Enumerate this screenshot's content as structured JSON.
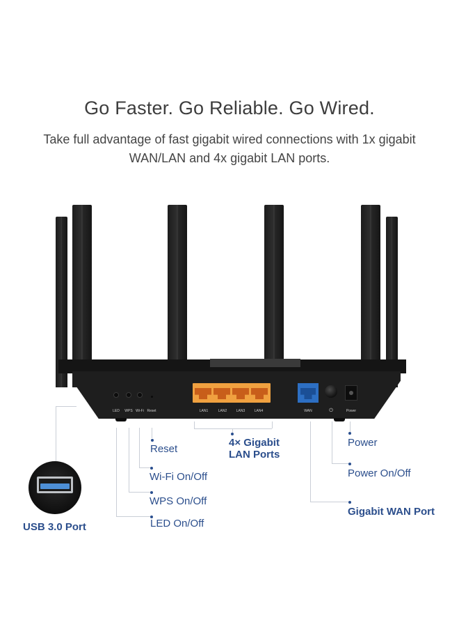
{
  "header": {
    "title": "Go Faster. Go Reliable. Go Wired.",
    "subtitle": "Take full advantage of fast gigabit wired connections with 1x gigabit WAN/LAN and 4x gigabit LAN ports."
  },
  "router": {
    "antenna_count": 6,
    "colors": {
      "body": "#1e1e1e",
      "lan_ports": "#f0a140",
      "wan_port": "#2d6fc3",
      "callout_text": "#2b4e8c",
      "leader_line": "#c9ced6"
    },
    "panel_labels": {
      "led": "LED",
      "wps": "WPS",
      "wifi": "Wi-Fi",
      "reset": "Reset",
      "lan1": "LAN1",
      "lan2": "LAN2",
      "lan3": "LAN3",
      "lan4": "LAN4",
      "wan": "WAN",
      "power_symbol": "⏻",
      "power": "Power"
    }
  },
  "callouts": {
    "reset": "Reset",
    "wifi": "Wi-Fi On/Off",
    "wps": "WPS On/Off",
    "led": "LED On/Off",
    "lan_line1": "4× Gigabit",
    "lan_line2": "LAN Ports",
    "power": "Power",
    "power_onoff": "Power On/Off",
    "wan": "Gigabit WAN Port",
    "usb": "USB 3.0 Port"
  }
}
